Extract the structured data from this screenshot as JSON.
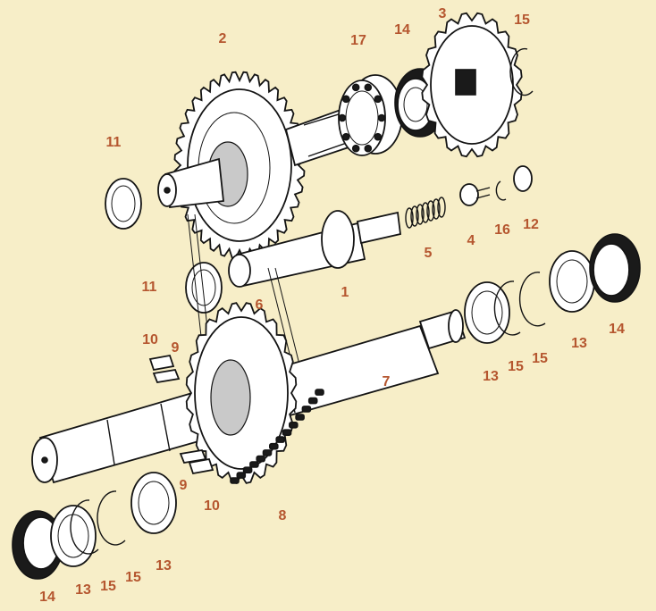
{
  "diagram": {
    "background_color": "#f7eec8",
    "label_color": "#b5562f",
    "labels": [
      {
        "id": "lbl-2",
        "text": "2"
      },
      {
        "id": "lbl-17",
        "text": "17"
      },
      {
        "id": "lbl-14-top",
        "text": "14"
      },
      {
        "id": "lbl-3",
        "text": "3"
      },
      {
        "id": "lbl-15-top",
        "text": "15"
      },
      {
        "id": "lbl-11-top",
        "text": "11"
      },
      {
        "id": "lbl-4",
        "text": "4"
      },
      {
        "id": "lbl-16",
        "text": "16"
      },
      {
        "id": "lbl-12",
        "text": "12"
      },
      {
        "id": "lbl-5",
        "text": "5"
      },
      {
        "id": "lbl-1",
        "text": "1"
      },
      {
        "id": "lbl-11-mid",
        "text": "11"
      },
      {
        "id": "lbl-6",
        "text": "6"
      },
      {
        "id": "lbl-10-top",
        "text": "10"
      },
      {
        "id": "lbl-9-top",
        "text": "9"
      },
      {
        "id": "lbl-7",
        "text": "7"
      },
      {
        "id": "lbl-14-right",
        "text": "14"
      },
      {
        "id": "lbl-13-right",
        "text": "13"
      },
      {
        "id": "lbl-15-right-a",
        "text": "15"
      },
      {
        "id": "lbl-15-right-b",
        "text": "15"
      },
      {
        "id": "lbl-13-right-b",
        "text": "13"
      },
      {
        "id": "lbl-9-bottom",
        "text": "9"
      },
      {
        "id": "lbl-10-bottom",
        "text": "10"
      },
      {
        "id": "lbl-8",
        "text": "8"
      },
      {
        "id": "lbl-14-bottom",
        "text": "14"
      },
      {
        "id": "lbl-13-bottom-a",
        "text": "13"
      },
      {
        "id": "lbl-15-bottom-a",
        "text": "15"
      },
      {
        "id": "lbl-15-bottom-b",
        "text": "15"
      },
      {
        "id": "lbl-13-bottom-b",
        "text": "13"
      }
    ]
  }
}
